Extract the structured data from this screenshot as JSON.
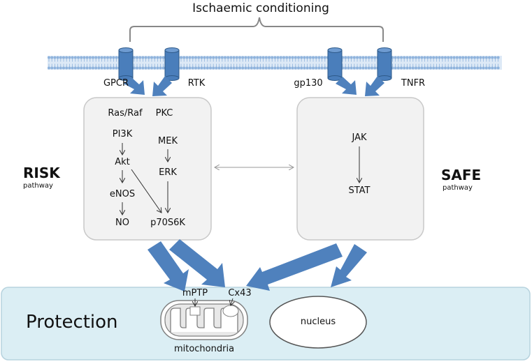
{
  "title": "Ischaemic conditioning",
  "receptors": {
    "gpcr": "GPCR",
    "rtk": "RTK",
    "gp130": "gp130",
    "tnfr": "TNFR"
  },
  "risk": {
    "title": "RISK",
    "subtitle": "pathway",
    "nodes": {
      "rasraf": "Ras/Raf",
      "pkc": "PKC",
      "pi3k": "PI3K",
      "mek": "MEK",
      "akt": "Akt",
      "erk": "ERK",
      "enos": "eNOS",
      "no": "NO",
      "p70s6k": "p70S6K"
    }
  },
  "safe": {
    "title": "SAFE",
    "subtitle": "pathway",
    "nodes": {
      "jak": "JAK",
      "stat": "STAT"
    }
  },
  "protection": {
    "label": "Protection",
    "mptp": "mPTP",
    "cx43": "Cx43",
    "mitochondria": "mitochondria",
    "nucleus": "nucleus"
  },
  "colors": {
    "membrane": "#c5daf0",
    "membrane_dot": "#8fb3dc",
    "receptor": "#4a7ebb",
    "receptor_edge": "#2e5a8a",
    "arrow": "#4f81bd",
    "box_fill": "#f2f2f2",
    "box_edge": "#c8c8c8",
    "protection_fill": "#dbeef4",
    "protection_edge": "#b7d3de"
  }
}
